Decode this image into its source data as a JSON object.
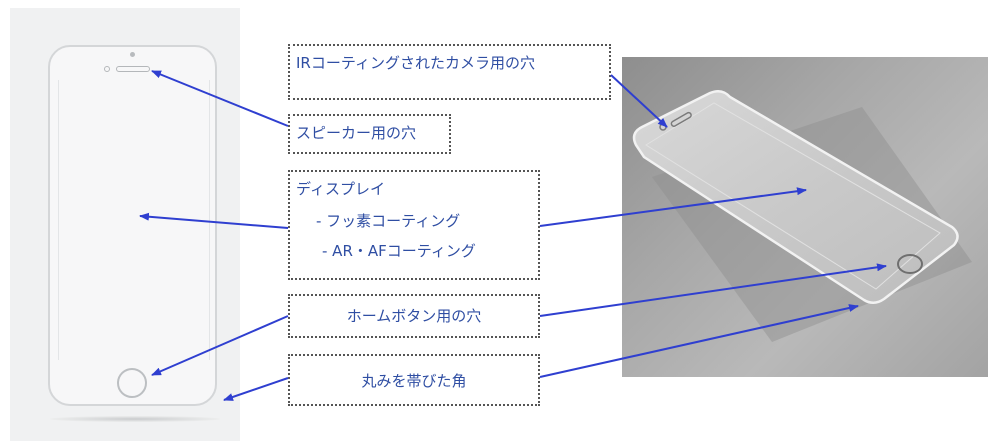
{
  "colors": {
    "arrow": "#2f3fd0",
    "callout_text": "#2f4ea3",
    "callout_border": "#555555"
  },
  "callouts": {
    "ir_camera": "IRコーティングされたカメラ用の穴",
    "speaker": "スピーカー用の穴",
    "display": {
      "title": "ディスプレイ",
      "item1": "- フッ素コーティング",
      "item2": "- AR・AFコーティング"
    },
    "home_button": "ホームボタン用の穴",
    "rounded_corner": "丸みを帯びた角"
  },
  "icons": {
    "camera": "camera-hole-icon",
    "speaker": "speaker-slot-icon",
    "home": "home-button-hole-icon"
  }
}
